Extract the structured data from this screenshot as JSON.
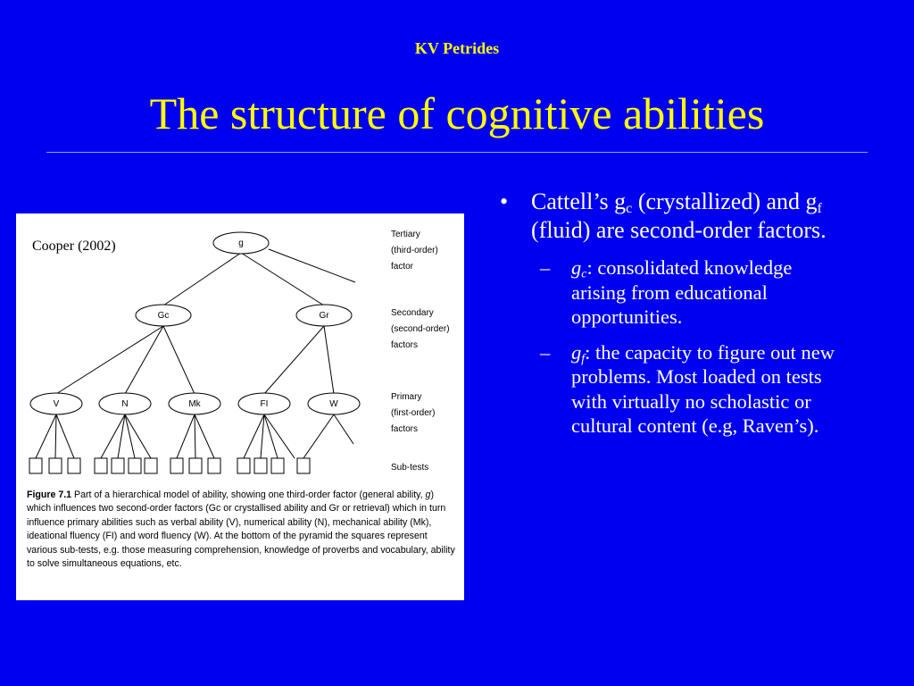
{
  "header": "KV Petrides",
  "title": "The structure of cognitive abilities",
  "figure": {
    "citation": "Cooper (2002)",
    "nodes": {
      "g": "g",
      "gc": "Gc",
      "gr": "Gr",
      "v": "V",
      "n": "N",
      "mk": "Mk",
      "fi": "FI",
      "w": "W"
    },
    "levels": {
      "tertiary": [
        "Tertiary",
        "(third-order)",
        "factor"
      ],
      "secondary": [
        "Secondary",
        "(second-order)",
        "factors"
      ],
      "primary": [
        "Primary",
        "(first-order)",
        "factors"
      ],
      "subtests": "Sub-tests"
    },
    "caption_label": "Figure 7.1",
    "caption_line1": "Part of a hierarchical model of ability, showing one third-order factor (general ability,",
    "caption_line2_g": "g",
    "caption_line2": ") which influences two second-order factors (Gc or crystallised ability and Gr or retrieval) which",
    "caption_line3": "in turn influence primary abilities such as verbal ability (V), numerical ability (N), mechanical",
    "caption_line4": "ability (Mk), ideational fluency (FI) and word fluency (W). At the bottom of the pyramid the",
    "caption_line5": "squares represent various sub-tests, e.g. those measuring comprehension, knowledge of proverbs",
    "caption_line6": "and vocabulary, ability to solve simultaneous equations, etc."
  },
  "content": {
    "bullet_mark": "•",
    "b1_pre": "Cattell’s g",
    "b1_sub1": "c",
    "b1_mid": " (crystallized) and g",
    "b1_sub2": "f",
    "b1_post": " (fluid) are second-order factors.",
    "sub_mark": "–",
    "s1_g": "g",
    "s1_sub": "c",
    "s1_text": ": consolidated knowledge arising from educational opportunities.",
    "s2_g": "g",
    "s2_sub": "f",
    "s2_text": ": the capacity to figure out new problems.  Most loaded on tests with virtually no scholastic or cultural content (e.g, Raven’s)."
  }
}
